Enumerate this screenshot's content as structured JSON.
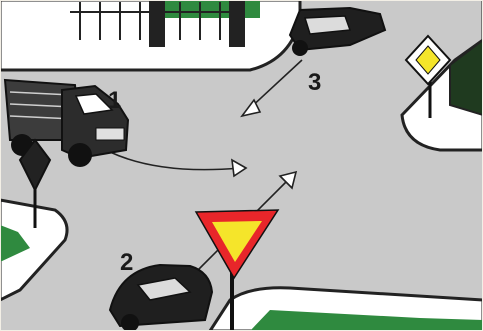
{
  "vehicles": [
    {
      "label": "1",
      "kind": "truck"
    },
    {
      "label": "2",
      "kind": "car"
    },
    {
      "label": "3",
      "kind": "car"
    }
  ],
  "signs": [
    {
      "name": "yield",
      "colors": {
        "border": "#e8262a",
        "fill": "#f5e52a"
      }
    },
    {
      "name": "priority-road",
      "colors": {
        "border": "#ffffff",
        "fill": "#f5e52a"
      }
    }
  ],
  "colors": {
    "road": "#c9c9c9",
    "sidewalk": "#ffffff",
    "grass": "#2f8a3f",
    "outline": "#222222",
    "paper": "#f3efe6"
  }
}
